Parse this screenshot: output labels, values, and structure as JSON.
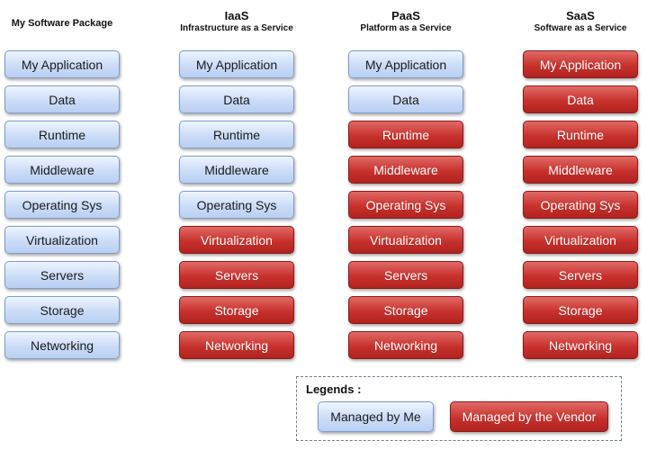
{
  "columns": [
    {
      "title": "My Software Package",
      "subtitle": ""
    },
    {
      "title": "IaaS",
      "subtitle": "Infrastructure as a Service"
    },
    {
      "title": "PaaS",
      "subtitle": "Platform as a Service"
    },
    {
      "title": "SaaS",
      "subtitle": "Software as a Service"
    }
  ],
  "layers": [
    "My Application",
    "Data",
    "Runtime",
    "Middleware",
    "Operating Sys",
    "Virtualization",
    "Servers",
    "Storage",
    "Networking"
  ],
  "managed_by": {
    "my_software_package": [
      "me",
      "me",
      "me",
      "me",
      "me",
      "me",
      "me",
      "me",
      "me"
    ],
    "iaas": [
      "me",
      "me",
      "me",
      "me",
      "me",
      "vendor",
      "vendor",
      "vendor",
      "vendor"
    ],
    "paas": [
      "me",
      "me",
      "vendor",
      "vendor",
      "vendor",
      "vendor",
      "vendor",
      "vendor",
      "vendor"
    ],
    "saas": [
      "vendor",
      "vendor",
      "vendor",
      "vendor",
      "vendor",
      "vendor",
      "vendor",
      "vendor",
      "vendor"
    ]
  },
  "legend": {
    "title": "Legends :",
    "me_label": "Managed by  Me",
    "vendor_label": "Managed by the Vendor"
  },
  "colors": {
    "me": "#cbdcf7",
    "vendor": "#c8312d"
  }
}
